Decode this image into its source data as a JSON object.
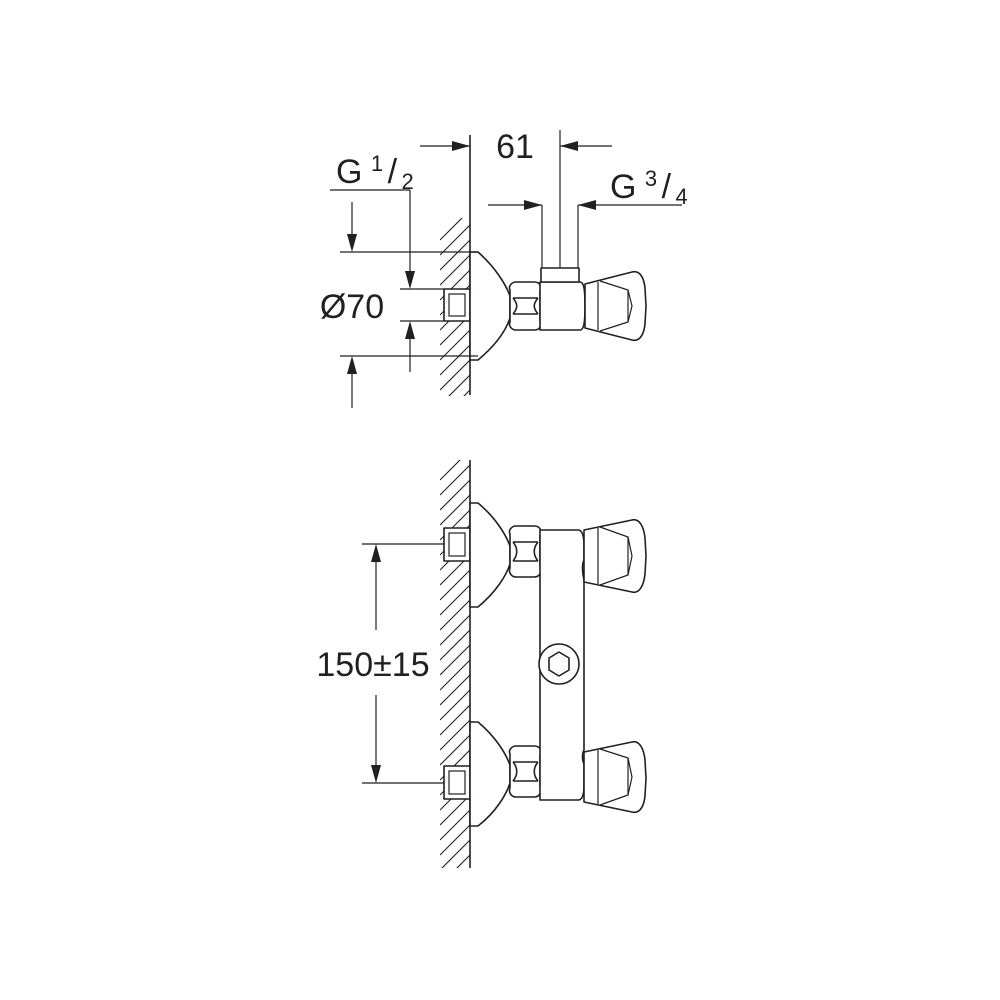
{
  "drawing": {
    "top_view": {
      "dim_width": "61",
      "thread_left": {
        "prefix": "G",
        "num": "1",
        "den": "2"
      },
      "thread_right": {
        "prefix": "G",
        "num": "3",
        "den": "4"
      },
      "diameter": "Ø70"
    },
    "front_view": {
      "center_distance": "150±15"
    }
  },
  "colors": {
    "line": "#231f20",
    "background": "#ffffff"
  }
}
